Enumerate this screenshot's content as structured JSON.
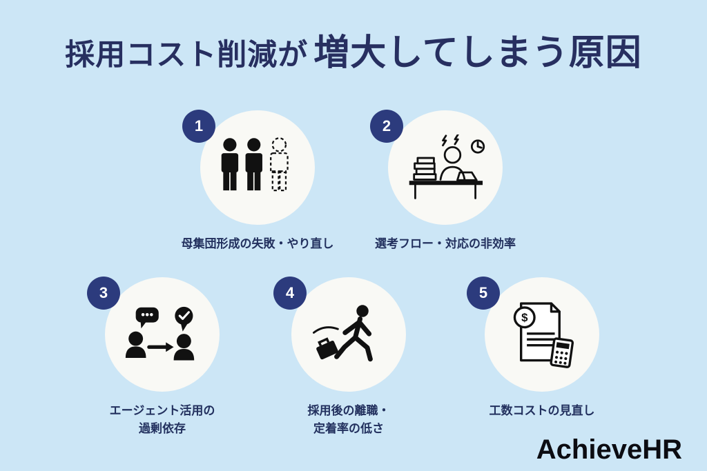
{
  "background_color": "#cce6f6",
  "accent_navy": "#2c3b7d",
  "title_color": "#272f60",
  "title": {
    "regular": "採用コスト削減が",
    "bold": "増大してしまう原因"
  },
  "items": [
    {
      "number": "1",
      "label": "母集団形成の失敗・やり直し",
      "icon": "candidates-people-icon"
    },
    {
      "number": "2",
      "label": "選考フロー・対応の非効率",
      "icon": "overworked-desk-icon"
    },
    {
      "number": "3",
      "label": "エージェント活用の\n過剰依存",
      "icon": "agent-conversation-icon"
    },
    {
      "number": "4",
      "label": "採用後の離職・\n定着率の低さ",
      "icon": "employee-leaving-icon"
    },
    {
      "number": "5",
      "label": "工数コストの見直し",
      "icon": "cost-document-icon"
    }
  ],
  "logo": {
    "text": "AchieveHR"
  }
}
